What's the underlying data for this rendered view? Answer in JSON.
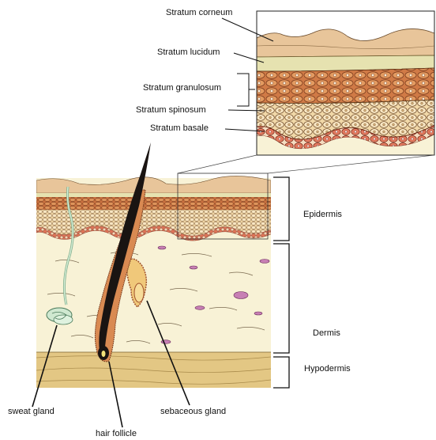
{
  "diagram": {
    "zoom_labels": {
      "stratum_corneum": "Stratum corneum",
      "stratum_lucidum": "Stratum lucidum",
      "stratum_granulosum": "Stratum granulosum",
      "stratum_spinosum": "Stratum spinosum",
      "stratum_basale": "Stratum basale"
    },
    "layer_labels": {
      "epidermis": "Epidermis",
      "dermis": "Dermis",
      "hypodermis": "Hypodermis"
    },
    "structure_labels": {
      "sweat_gland": "sweat gland",
      "hair_follicle": "hair follicle",
      "sebaceous_gland": "sebaceous gland"
    },
    "colors": {
      "corneum": "#e8c59a",
      "lucidum": "#e6e2b0",
      "granulosum": "#d98a52",
      "spinosum": "#f3ddb8",
      "basale": "#e2795e",
      "dermis": "#f8f2d6",
      "hypodermis": "#e3c784",
      "hair": "#1a1412",
      "sebaceous": "#f0c87a",
      "sweat_gland": "#cfe8d0",
      "fibroblast": "#c77fb4"
    }
  }
}
